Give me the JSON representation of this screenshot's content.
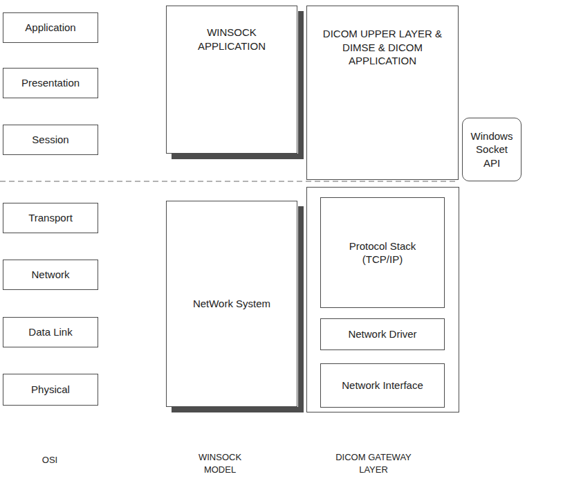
{
  "diagram": {
    "nodes": [
      {
        "text": [
          "Application"
        ]
      },
      {
        "text": [
          "Presentation"
        ]
      },
      {
        "text": [
          "Session"
        ]
      },
      {
        "text": [
          "Transport"
        ]
      },
      {
        "text": [
          "Network"
        ]
      },
      {
        "text": [
          "Data Link"
        ]
      },
      {
        "text": [
          "Physical"
        ]
      },
      {
        "text": [
          "WINSOCK APPLICATION"
        ]
      },
      {
        "text": [
          "NetWork System"
        ]
      },
      {
        "text": [
          "DICOM UPPER LAYER & DIMSE & DICOM APPLICATION"
        ]
      },
      {
        "text": [
          "Protocol Stack (TCP/IP)"
        ]
      },
      {
        "text": [
          "Network Driver"
        ]
      },
      {
        "text": [
          "Network Interface"
        ]
      },
      {
        "text": [
          "Windows Socket API"
        ]
      }
    ],
    "edges": [],
    "labels": [
      "OSI",
      "WINSOCK MODEL",
      "DICOM GATEWAY LAYER"
    ]
  }
}
